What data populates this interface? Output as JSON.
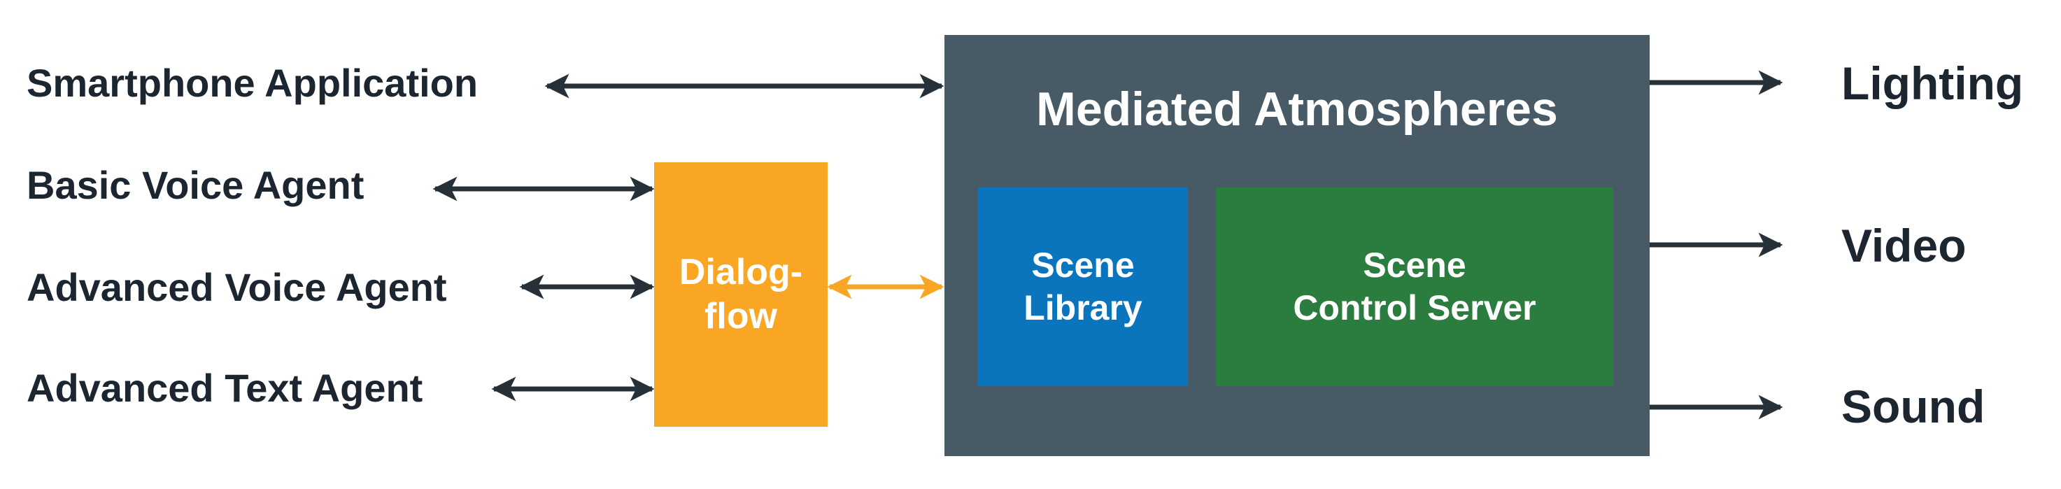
{
  "colors": {
    "text": "#1c2630",
    "arrow": "#263038",
    "dialogflow": "#f8a623",
    "mediated_atmospheres": "#475a66",
    "scene_library": "#0a74bd",
    "scene_control_server": "#2a7d3f"
  },
  "inputs": [
    {
      "label": "Smartphone Application"
    },
    {
      "label": "Basic Voice Agent"
    },
    {
      "label": "Advanced Voice Agent"
    },
    {
      "label": "Advanced Text Agent"
    }
  ],
  "dialogflow": {
    "label": "Dialog-\nflow"
  },
  "mediated_atmospheres": {
    "title": "Mediated Atmospheres",
    "scene_library": "Scene\nLibrary",
    "scene_control_server": "Scene\nControl Server"
  },
  "outputs": [
    {
      "label": "Lighting"
    },
    {
      "label": "Video"
    },
    {
      "label": "Sound"
    }
  ]
}
